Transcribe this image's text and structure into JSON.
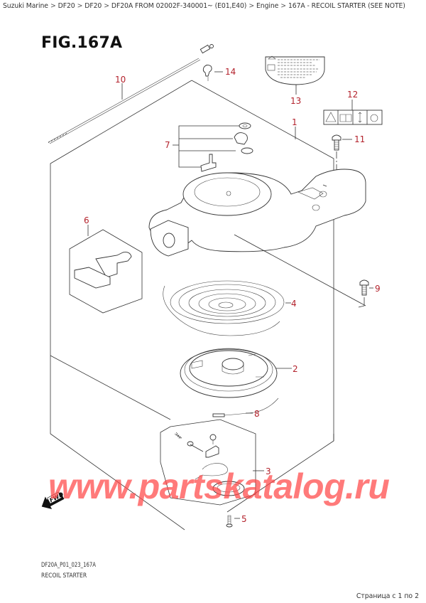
{
  "breadcrumb": {
    "items": [
      "Suzuki Marine",
      "DF20",
      "DF20",
      "DF20A FROM 02002F-340001~ (E01,E40)",
      "Engine",
      "167A - RECOIL STARTER (SEE NOTE)"
    ],
    "separator": ">"
  },
  "figure": {
    "title": "FIG.167A",
    "code": "DF20A_P01_023_167A",
    "name": "RECOIL STARTER"
  },
  "callouts": [
    {
      "number": "1",
      "part": "recoil-starter-assembly"
    },
    {
      "number": "2",
      "part": "reel"
    },
    {
      "number": "3",
      "part": "ratchet-kit"
    },
    {
      "number": "4",
      "part": "spiral-spring"
    },
    {
      "number": "5",
      "part": "screw"
    },
    {
      "number": "6",
      "part": "handle"
    },
    {
      "number": "7",
      "part": "starter-stopper-kit"
    },
    {
      "number": "8",
      "part": "rope"
    },
    {
      "number": "9",
      "part": "bolt"
    },
    {
      "number": "10",
      "part": "starter-lockout-cable"
    },
    {
      "number": "11",
      "part": "bolt"
    },
    {
      "number": "12",
      "part": "caution-label"
    },
    {
      "number": "13",
      "part": "warning-label"
    },
    {
      "number": "14",
      "part": "clamp"
    }
  ],
  "fwd_indicator": "FWD",
  "watermark": "www.partskatalog.ru",
  "pager": "Страница с 1 по 2",
  "colors": {
    "callout": "#b3222c",
    "watermark": "#ff4646",
    "line": "#333333"
  }
}
